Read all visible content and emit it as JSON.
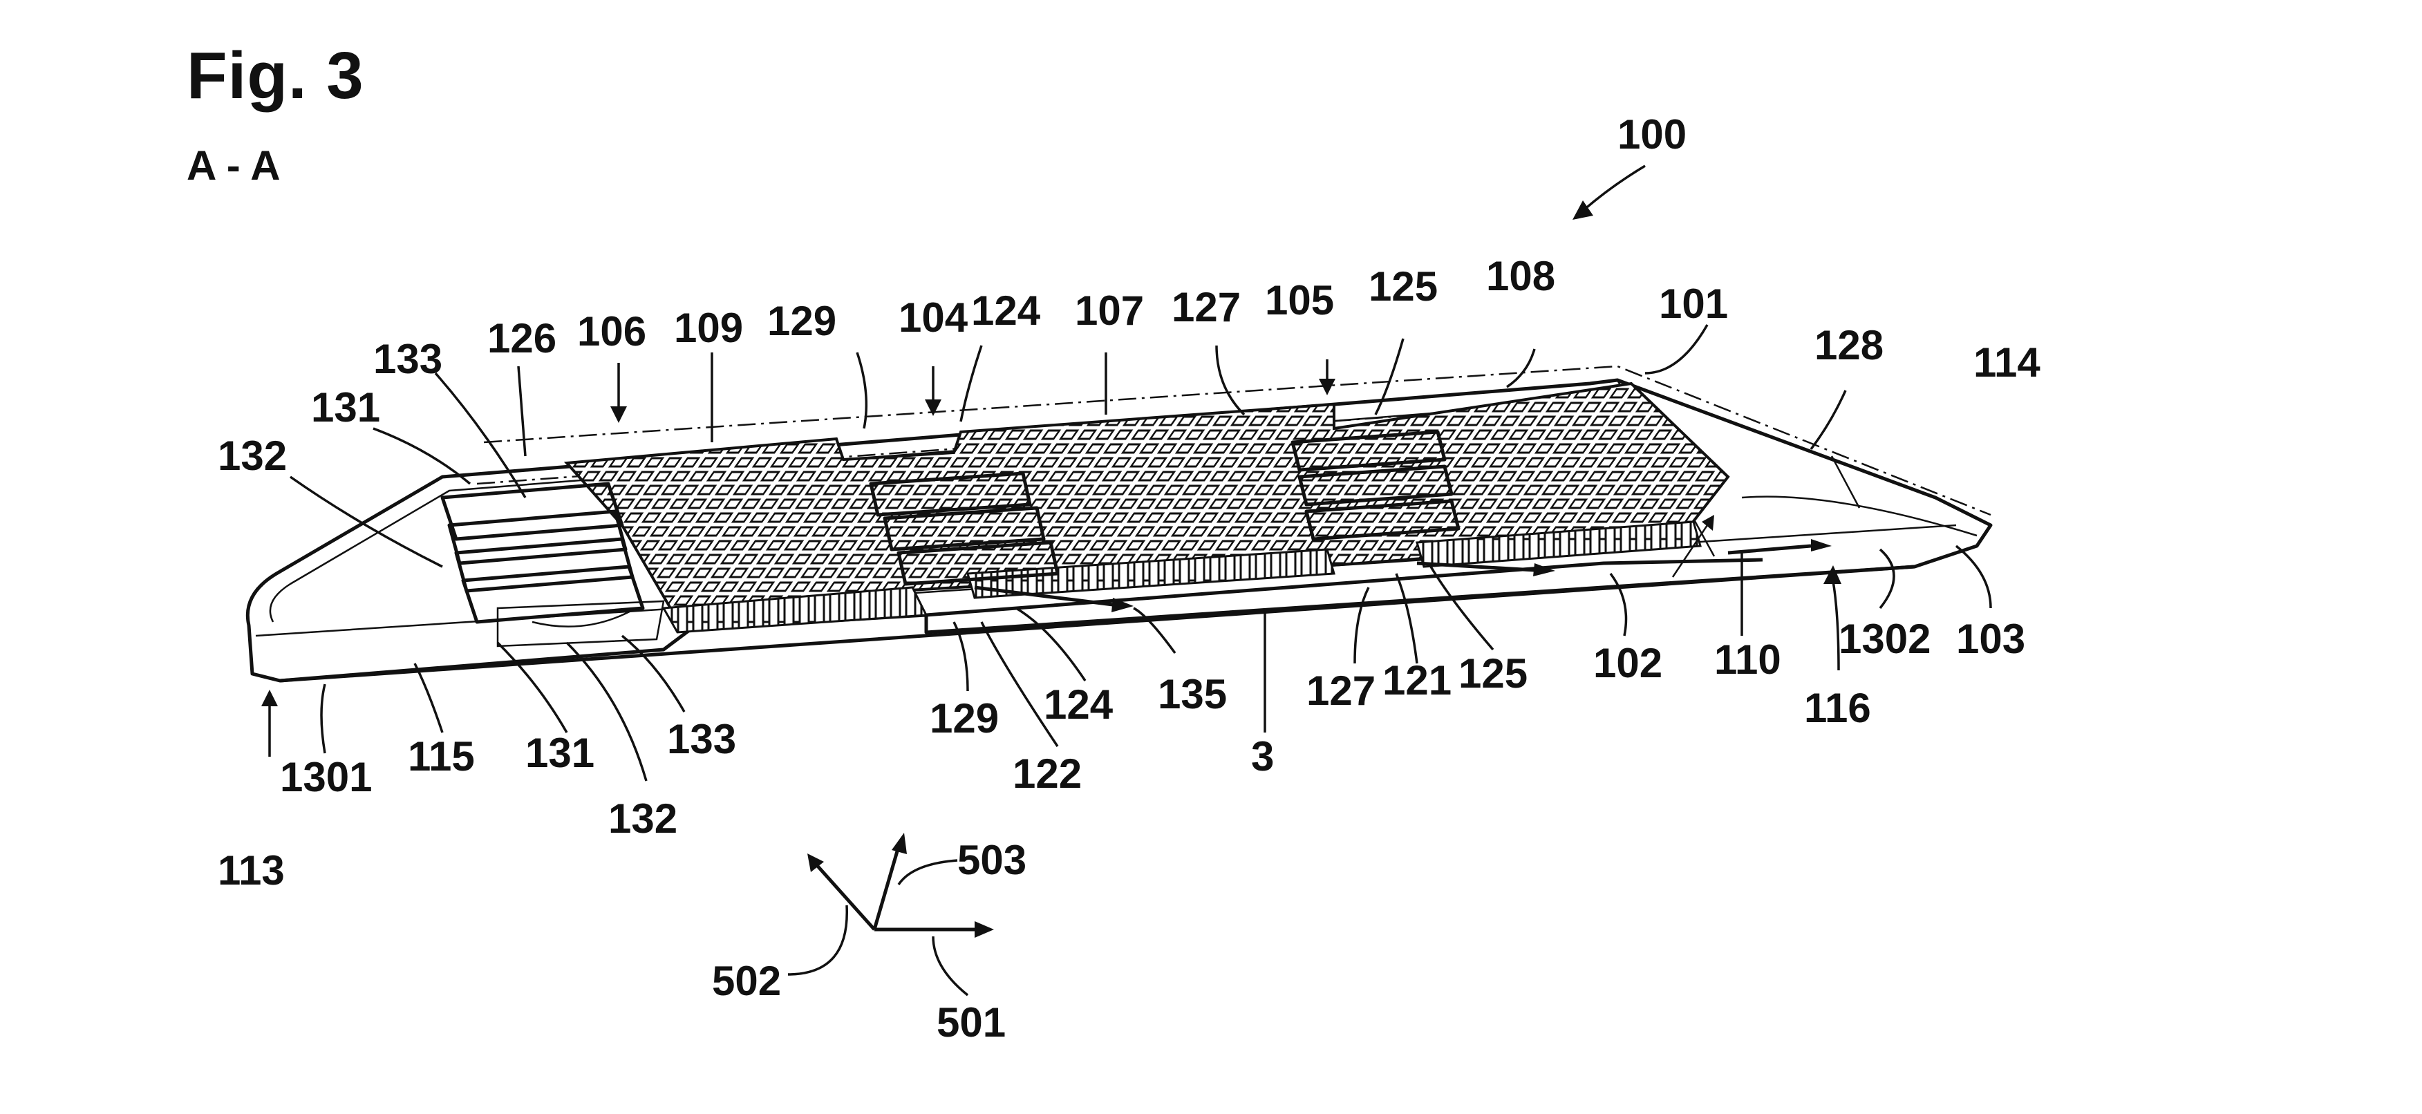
{
  "figure": {
    "title": "Fig. 3",
    "section": "A - A"
  },
  "labels": [
    {
      "id": "100",
      "text": "100"
    },
    {
      "id": "101",
      "text": "101"
    },
    {
      "id": "114",
      "text": "114"
    },
    {
      "id": "128",
      "text": "128"
    },
    {
      "id": "108",
      "text": "108"
    },
    {
      "id": "125a",
      "text": "125"
    },
    {
      "id": "105",
      "text": "105"
    },
    {
      "id": "127a",
      "text": "127"
    },
    {
      "id": "107",
      "text": "107"
    },
    {
      "id": "124a",
      "text": "124"
    },
    {
      "id": "104",
      "text": "104"
    },
    {
      "id": "129a",
      "text": "129"
    },
    {
      "id": "109",
      "text": "109"
    },
    {
      "id": "106",
      "text": "106"
    },
    {
      "id": "126",
      "text": "126"
    },
    {
      "id": "133a",
      "text": "133"
    },
    {
      "id": "131a",
      "text": "131"
    },
    {
      "id": "132a",
      "text": "132"
    },
    {
      "id": "113",
      "text": "113"
    },
    {
      "id": "1301",
      "text": "1301"
    },
    {
      "id": "115",
      "text": "115"
    },
    {
      "id": "131b",
      "text": "131"
    },
    {
      "id": "132b",
      "text": "132"
    },
    {
      "id": "133b",
      "text": "133"
    },
    {
      "id": "129b",
      "text": "129"
    },
    {
      "id": "122",
      "text": "122"
    },
    {
      "id": "124b",
      "text": "124"
    },
    {
      "id": "135",
      "text": "135"
    },
    {
      "id": "3",
      "text": "3"
    },
    {
      "id": "127b",
      "text": "127"
    },
    {
      "id": "121",
      "text": "121"
    },
    {
      "id": "125b",
      "text": "125"
    },
    {
      "id": "102",
      "text": "102"
    },
    {
      "id": "110",
      "text": "110"
    },
    {
      "id": "1302",
      "text": "1302"
    },
    {
      "id": "103",
      "text": "103"
    },
    {
      "id": "116",
      "text": "116"
    },
    {
      "id": "502",
      "text": "502"
    },
    {
      "id": "503",
      "text": "503"
    },
    {
      "id": "501",
      "text": "501"
    }
  ]
}
